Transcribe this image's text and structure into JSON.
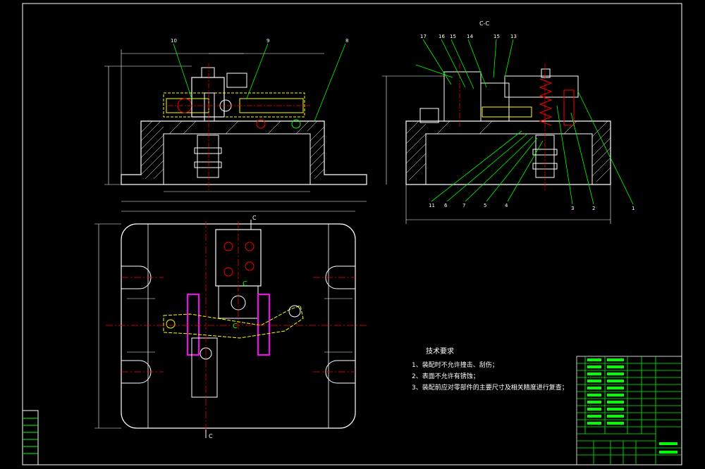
{
  "colors": {
    "background": "#000000",
    "outline": "#ffffff",
    "dimension": "#ffffff",
    "leader": "#00ff00",
    "centerline": "#ff0000",
    "part": "#ffff00",
    "highlight": "#ff00ff",
    "hatch": "#ffffff",
    "label": "#00ff00"
  },
  "section_label": "C-C",
  "section_markers": [
    "C",
    "C",
    "C",
    "C"
  ],
  "top_view_part_numbers": [
    "10",
    "9",
    "8"
  ],
  "side_view_part_numbers_top": [
    "17",
    "16",
    "15",
    "14",
    "15",
    "13"
  ],
  "side_view_part_numbers_bottom": [
    "11",
    "6",
    "7",
    "5",
    "4",
    "3",
    "2",
    "1"
  ],
  "notes": {
    "title": "技术要求",
    "lines": [
      "1、装配时不允许撞击、刮伤；",
      "2、表面不允许有锈蚀；",
      "3、装配前应对零部件的主要尺寸及相关精度进行复查；"
    ]
  },
  "icons": {
    "bolt": "bolt-icon",
    "spring": "spring-icon"
  }
}
